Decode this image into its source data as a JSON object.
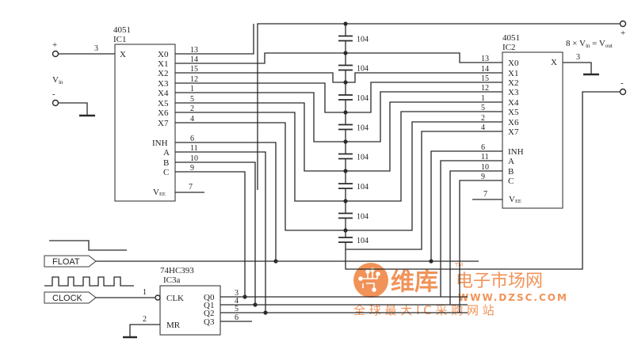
{
  "ic1": {
    "part": "4051",
    "ref": "IC1",
    "x_pin_label": "X",
    "x_pin_num": "3",
    "channels": [
      {
        "label": "X0",
        "pin": "13"
      },
      {
        "label": "X1",
        "pin": "14"
      },
      {
        "label": "X2",
        "pin": "15"
      },
      {
        "label": "X3",
        "pin": "12"
      },
      {
        "label": "X4",
        "pin": "1"
      },
      {
        "label": "X5",
        "pin": "5"
      },
      {
        "label": "X6",
        "pin": "2"
      },
      {
        "label": "X7",
        "pin": "4"
      }
    ],
    "controls": [
      {
        "label": "INH",
        "pin": "6"
      },
      {
        "label": "A",
        "pin": "11"
      },
      {
        "label": "B",
        "pin": "10"
      },
      {
        "label": "C",
        "pin": "9"
      }
    ],
    "vee_label": "V",
    "vee_sub": "EE",
    "vee_pin": "7"
  },
  "ic2": {
    "part": "4051",
    "ref": "IC2",
    "x_pin_label": "X",
    "x_pin_num": "3",
    "channels": [
      {
        "label": "X0",
        "pin": "13"
      },
      {
        "label": "X1",
        "pin": "14"
      },
      {
        "label": "X2",
        "pin": "15"
      },
      {
        "label": "X3",
        "pin": "12"
      },
      {
        "label": "X4",
        "pin": "1"
      },
      {
        "label": "X5",
        "pin": "5"
      },
      {
        "label": "X6",
        "pin": "2"
      },
      {
        "label": "X7",
        "pin": "4"
      }
    ],
    "controls": [
      {
        "label": "INH",
        "pin": "6"
      },
      {
        "label": "A",
        "pin": "11"
      },
      {
        "label": "B",
        "pin": "10"
      },
      {
        "label": "C",
        "pin": "9"
      }
    ],
    "vee_label": "V",
    "vee_sub": "EE",
    "vee_pin": "7"
  },
  "ic3": {
    "part": "74HC393",
    "ref": "IC3a",
    "inputs": [
      {
        "label": "CLK",
        "pin": "1"
      },
      {
        "label": "MR",
        "pin": "2"
      }
    ],
    "outputs": [
      {
        "label": "Q0",
        "pin": "3"
      },
      {
        "label": "Q1",
        "pin": "4"
      },
      {
        "label": "Q2",
        "pin": "5"
      },
      {
        "label": "Q3",
        "pin": "6"
      }
    ]
  },
  "capacitors": [
    "104",
    "104",
    "104",
    "104",
    "104",
    "104",
    "104",
    "104"
  ],
  "input": {
    "plus": "+",
    "minus": "-",
    "label": "V",
    "label_sub": "in"
  },
  "output": {
    "plus": "+",
    "minus": "-",
    "equation_prefix": "8 × V",
    "equation_sub1": "in",
    "equation_mid": " = V",
    "equation_sub2": "out"
  },
  "signals": {
    "float_label": "FLOAT",
    "clock_label": "CLOCK"
  },
  "watermark": {
    "brand": "维库",
    "tm": "TM",
    "title": "电子市场网",
    "url": "WWW.DZSC.COM",
    "slogan": "全 球 最 大 I C 采 购 网 站",
    "color": "#f08a4b"
  }
}
